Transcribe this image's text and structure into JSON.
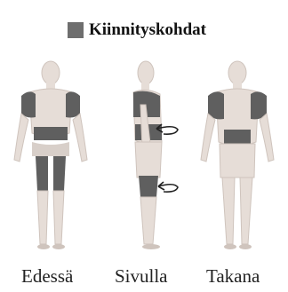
{
  "legend": {
    "label": "Kiinnityskohdat",
    "color": "#6e6e6e"
  },
  "views": [
    {
      "key": "front",
      "label": "Edessä"
    },
    {
      "key": "side",
      "label": "Sivulla"
    },
    {
      "key": "back",
      "label": "Takana"
    }
  ],
  "colors": {
    "skin": "#e6ddd7",
    "skin_shadow": "#cfc4bd",
    "patch": "#5f5f5f",
    "arrow": "#222222"
  }
}
